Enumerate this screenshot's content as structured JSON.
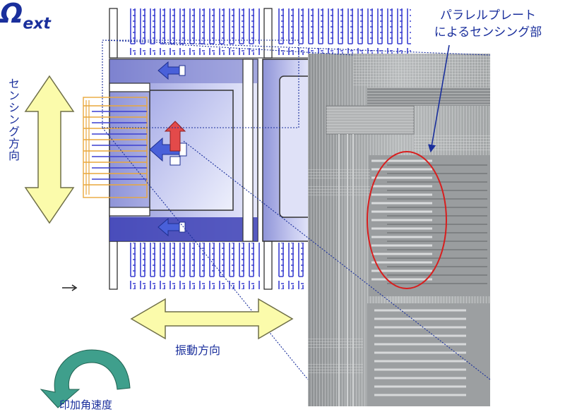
{
  "labels": {
    "callout_line1": "パラレルプレート",
    "callout_line2": "によるセンシング部",
    "sensing_direction": "センシング方向",
    "vibration_direction": "振動方向",
    "applied_angular_rate": "印加角速度",
    "omega_symbol": "Ω",
    "omega_subscript": "ext"
  },
  "colors": {
    "label_blue": "#1a2f9c",
    "arrow_yellow": "#fbfbab",
    "arrow_yellow_stroke": "#6f6f48",
    "frame_fill": "#b9bde8",
    "comb_blue": "#3a3fd0",
    "electrode_orange": "#e9a73c",
    "rotation_green": "#3f9f8c",
    "highlight_red": "#d81e1e",
    "sem_gray": "#a9acae"
  }
}
